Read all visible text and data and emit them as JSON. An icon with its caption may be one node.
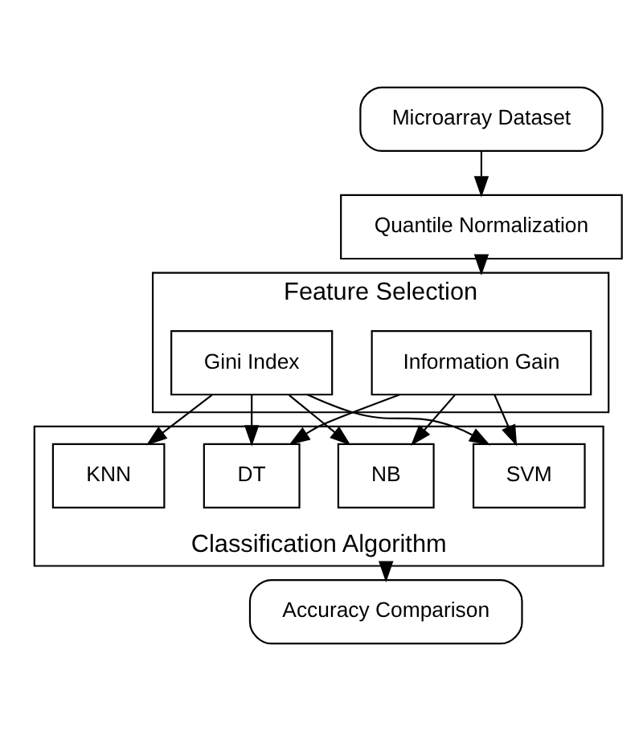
{
  "diagram": {
    "nodes": [
      {
        "text": [
          "Microarray Dataset"
        ]
      },
      {
        "text": [
          "Quantile Normalization"
        ]
      },
      {
        "text": [
          "Feature Selection"
        ]
      },
      {
        "text": [
          "Information Gain"
        ],
        "in": 2
      },
      {
        "text": [
          "Gini Index"
        ],
        "in": 2
      },
      {
        "text": [
          "Classification Algorithm"
        ]
      },
      {
        "text": [
          "NB"
        ],
        "in": 5
      },
      {
        "text": [
          "DT"
        ],
        "in": 5
      },
      {
        "text": [
          "KNN"
        ],
        "in": 5
      },
      {
        "text": [
          "SVM"
        ],
        "in": 5
      },
      {
        "text": [
          "Accuracy Comparison"
        ]
      }
    ],
    "edges": [
      {
        "from": 0,
        "to": 1,
        "arrow": "to"
      },
      {
        "from": 1,
        "to": 2,
        "arrow": "to"
      },
      {
        "from": 3,
        "to": 6,
        "arrow": "to"
      },
      {
        "from": 3,
        "to": 7,
        "arrow": "to"
      },
      {
        "from": 3,
        "to": 9,
        "arrow": "to"
      },
      {
        "from": 4,
        "to": 6,
        "arrow": "to"
      },
      {
        "from": 4,
        "to": 7,
        "arrow": "to"
      },
      {
        "from": 4,
        "to": 8,
        "arrow": "to"
      },
      {
        "from": 4,
        "to": 9,
        "arrow": "to"
      },
      {
        "from": 5,
        "to": 10,
        "arrow": "to"
      }
    ]
  }
}
